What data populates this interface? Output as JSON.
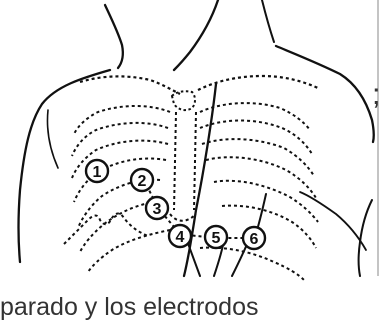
{
  "diagram": {
    "electrode_labels": [
      "1",
      "2",
      "3",
      "4",
      "5",
      "6"
    ],
    "ink_color": "#111111"
  },
  "caption": {
    "top_right_fragment": ";",
    "bottom_fragment": "parado y los electrodos"
  }
}
